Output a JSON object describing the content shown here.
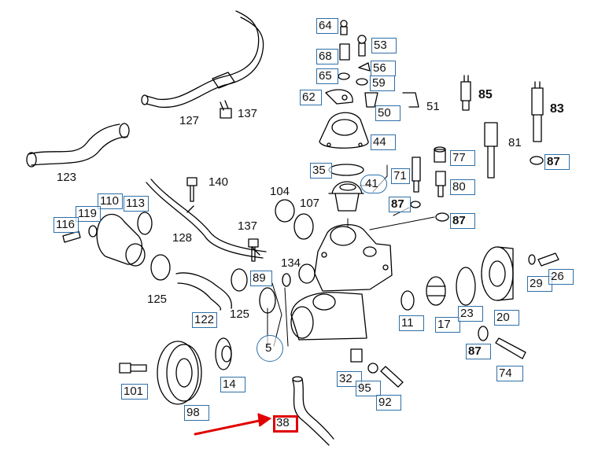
{
  "colors": {
    "callout_border": "#2e6fa8",
    "highlight": "#e00000",
    "line": "#000000"
  },
  "callouts": {
    "c64": "64",
    "c53": "53",
    "c68": "68",
    "c56": "56",
    "c65": "65",
    "c59": "59",
    "c62": "62",
    "c50": "50",
    "c44": "44",
    "c35": "35",
    "c71": "71",
    "c41": "41",
    "c77": "77",
    "c80": "80",
    "c87a": "87",
    "c87b": "87",
    "c87c": "87",
    "c87d": "87",
    "c110": "110",
    "c113": "113",
    "c119": "119",
    "c116": "116",
    "c89": "89",
    "c5": "5",
    "c122": "122",
    "c11": "11",
    "c17": "17",
    "c23": "23",
    "c20": "20",
    "c29": "29",
    "c26": "26",
    "c74": "74",
    "c32": "32",
    "c95": "95",
    "c92": "92",
    "c14": "14",
    "c101": "101",
    "c98": "98",
    "c38": "38"
  },
  "labels": {
    "l51": "51",
    "l85": "85",
    "l83": "83",
    "l81": "81",
    "l137a": "137",
    "l127": "127",
    "l123": "123",
    "l140": "140",
    "l104": "104",
    "l107": "107",
    "l137b": "137",
    "l128": "128",
    "l134": "134",
    "l125a": "125",
    "l125b": "125"
  }
}
